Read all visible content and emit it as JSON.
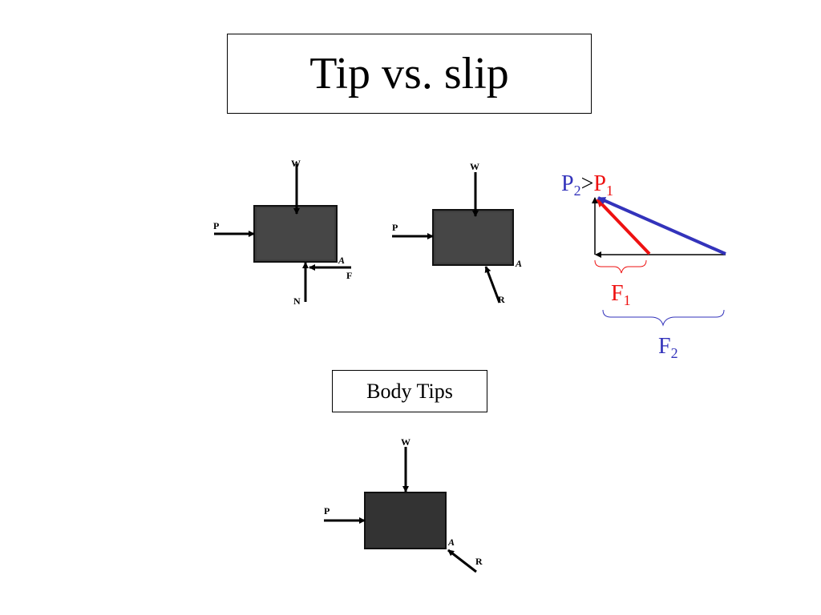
{
  "title": "Tip vs. slip",
  "caption": "Body Tips",
  "diagram_slip": {
    "weight_label": "W",
    "push_label": "P",
    "corner_label": "A",
    "friction_label": "F",
    "normal_label": "N"
  },
  "diagram_tip_onset": {
    "weight_label": "W",
    "push_label": "P",
    "corner_label": "A",
    "reaction_label": "R"
  },
  "diagram_body_tips": {
    "weight_label": "W",
    "push_label": "P",
    "corner_label": "A",
    "reaction_label": "R"
  },
  "force_triangle": {
    "p2": "P",
    "p2_sub": "2",
    "gt": ">",
    "p1": "P",
    "p1_sub": "1",
    "f1": "F",
    "f1_sub": "1",
    "f2": "F",
    "f2_sub": "2",
    "colors": {
      "p2": "#3333bb",
      "p1": "#ee1111",
      "frame": "#000000"
    }
  }
}
